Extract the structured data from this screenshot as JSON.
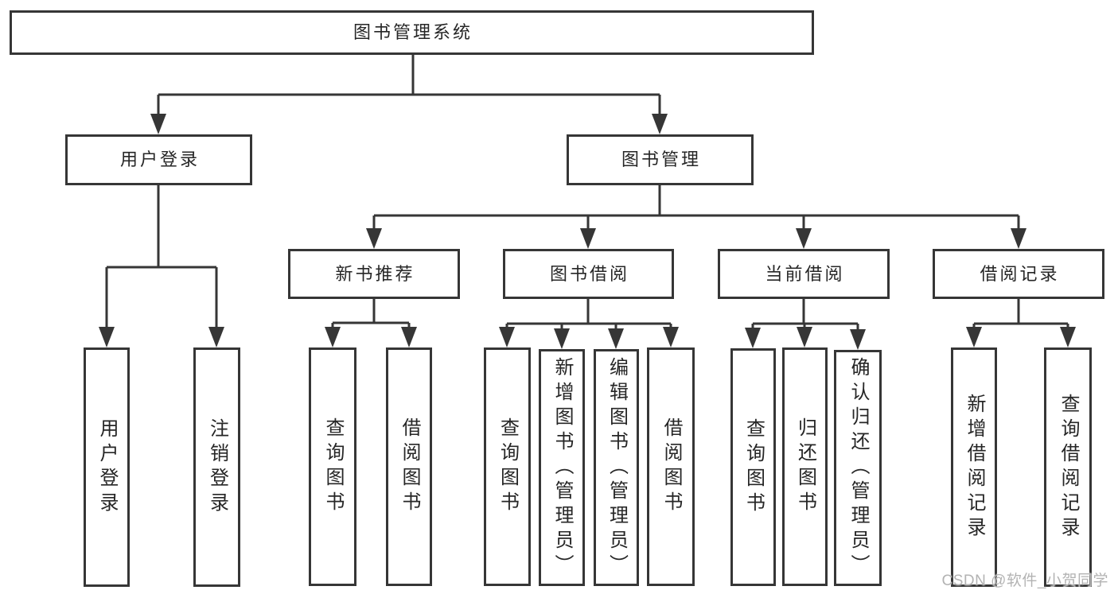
{
  "tree": {
    "root": "图书管理系统",
    "children": [
      {
        "label": "用户登录",
        "children": [
          "用户登录",
          "注销登录"
        ]
      },
      {
        "label": "图书管理",
        "children": [
          {
            "label": "新书推荐",
            "children": [
              "查询图书",
              "借阅图书"
            ]
          },
          {
            "label": "图书借阅",
            "children": [
              "查询图书",
              "新增图书（管理员）",
              "编辑图书（管理员）",
              "借阅图书"
            ]
          },
          {
            "label": "当前借阅",
            "children": [
              "查询图书",
              "归还图书",
              "确认归还（管理员）"
            ]
          },
          {
            "label": "借阅记录",
            "children": [
              "新增借阅记录",
              "查询借阅记录"
            ]
          }
        ]
      }
    ]
  },
  "watermark": "CSDN @软件_小贺同学",
  "colors": {
    "line": "#363636",
    "box_border": "#363636",
    "text": "#262626",
    "watermark": "#b3b3b3",
    "background": "#ffffff"
  }
}
